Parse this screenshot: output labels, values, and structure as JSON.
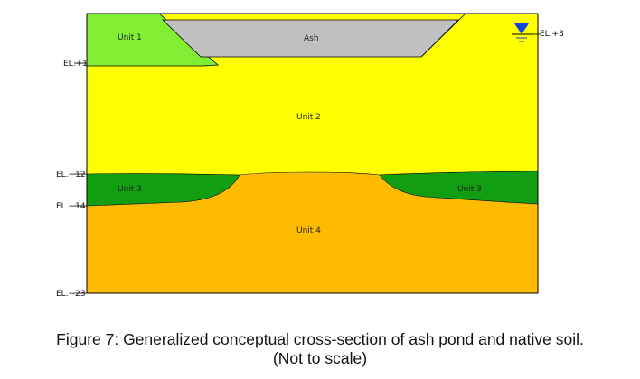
{
  "colors": {
    "unit1": "#80ee33",
    "ash": "#c0c0c0",
    "unit2": "#ffff00",
    "unit3": "#119e11",
    "unit4": "#ffbb00",
    "water": "#1144dd",
    "outline": "#000000"
  },
  "layers": {
    "unit1": "Unit 1",
    "ash": "Ash",
    "unit2": "Unit 2",
    "unit3_left": "Unit 3",
    "unit3_right": "Unit 3",
    "unit4": "Unit 4"
  },
  "elevations": {
    "el_plus1": "EL.+1",
    "el_plus3": "EL.+3",
    "el_minus12": "EL.−12",
    "el_minus14": "EL.−14",
    "el_minus23": "EL.−23"
  },
  "icons": {
    "water_table": "water-table-triangle-icon"
  },
  "caption": {
    "line1": "Figure 7: Generalized conceptual cross-section of ash pond and native soil.",
    "line2": "(Not to scale)"
  }
}
